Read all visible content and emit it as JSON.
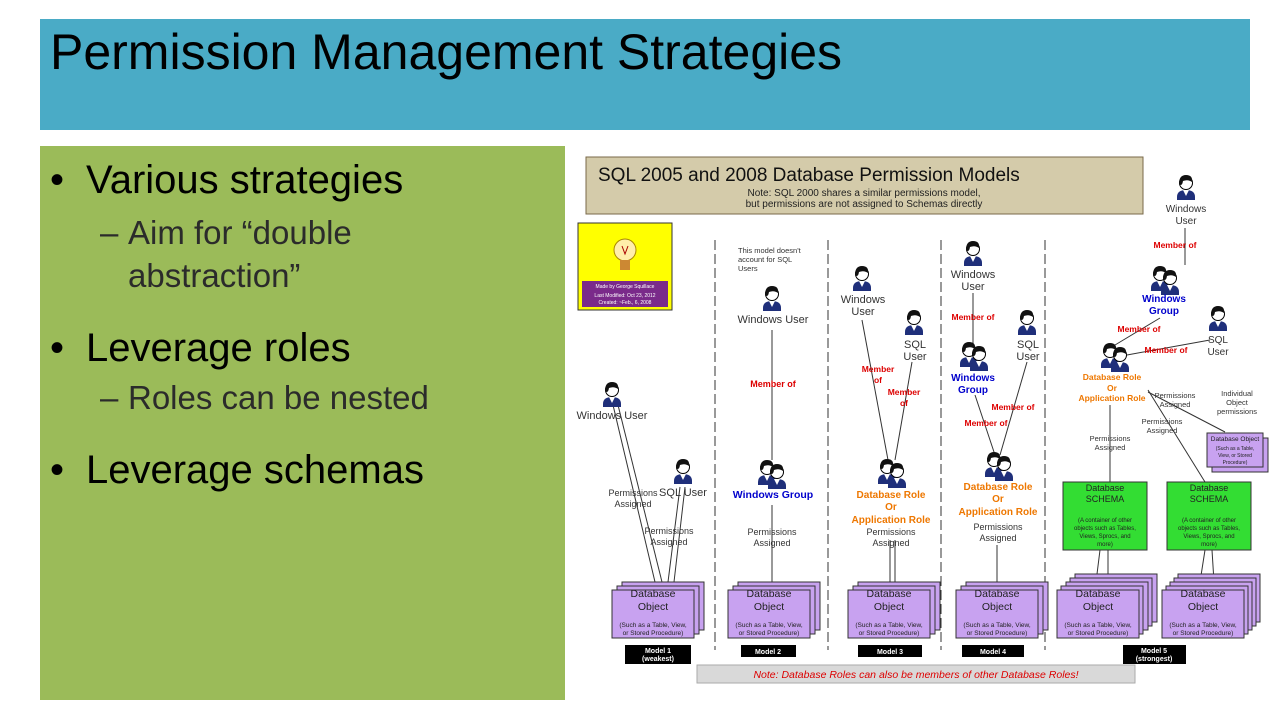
{
  "slide": {
    "title": "Permission Management Strategies",
    "bullets": [
      {
        "text": "Various strategies",
        "subs": [
          "Aim for “double abstraction”"
        ]
      },
      {
        "text": "Leverage roles",
        "subs": [
          "Roles can be nested"
        ]
      },
      {
        "text": "Leverage schemas",
        "subs": []
      }
    ],
    "colors": {
      "title_bar": "#4aabc6",
      "panel": "#9bbb59"
    }
  },
  "diagram": {
    "header_title": "SQL 2005 and 2008 Database Permission Models",
    "header_note_1": "Note: SQL 2000 shares a similar permissions model,",
    "header_note_2": "but permissions are not assigned to Schemas directly",
    "logo_line_1": "Made by George Squillace",
    "logo_line_2": "Last Modified: Oct 23, 2012",
    "logo_line_3": "Created: ~Feb., 6, 2008",
    "labels": {
      "windows_user": "Windows User",
      "windows": "Windows",
      "user": "User",
      "sql": "SQL",
      "sql_user": "SQL User",
      "windows_group": "Windows Group",
      "group": "Group",
      "member_of": "Member of",
      "member": "Member",
      "of": "of",
      "permissions": "Permissions",
      "assigned": "Assigned",
      "db_role_1": "Database Role",
      "db_role_2": "Or",
      "db_role_3": "Application Role",
      "db_role_short": "Application Role",
      "database": "Database",
      "object": "Object",
      "object_note_1": "(Such as a Table, View,",
      "object_note_2": "or Stored Procedure)",
      "schema_1": "Database",
      "schema_2": "SCHEMA",
      "schema_note_1": "(A container of other",
      "schema_note_2": "objects such as Tables,",
      "schema_note_3": "Views, Sprocs, and",
      "schema_note_4": "more)",
      "model2_note_1": "This model doesn't",
      "model2_note_2": "account for SQL",
      "model2_note_3": "Users",
      "individual_1": "Individual",
      "individual_2": "Object",
      "individual_3": "permissions",
      "small_obj_1": "Database Object",
      "small_obj_2": "(Such as a Table,",
      "small_obj_3": "View, or Stored",
      "small_obj_4": "Procedure)"
    },
    "models": [
      "Model 1",
      "Model 2",
      "Model 3",
      "Model 4",
      "Model 5"
    ],
    "model_subs": [
      "(weakest)",
      "",
      "",
      "",
      "(strongest)"
    ],
    "footer_note": "Note: Database Roles can also be members of other Database Roles!",
    "colors": {
      "header_bg": "#d4cbaa",
      "object_fill": "#c8a2f0",
      "schema_fill": "#33dd33",
      "role_text": "#ee7700",
      "group_text": "#0000cc",
      "member_text": "#dd0000",
      "footer_bg": "#d9d9d9"
    }
  }
}
